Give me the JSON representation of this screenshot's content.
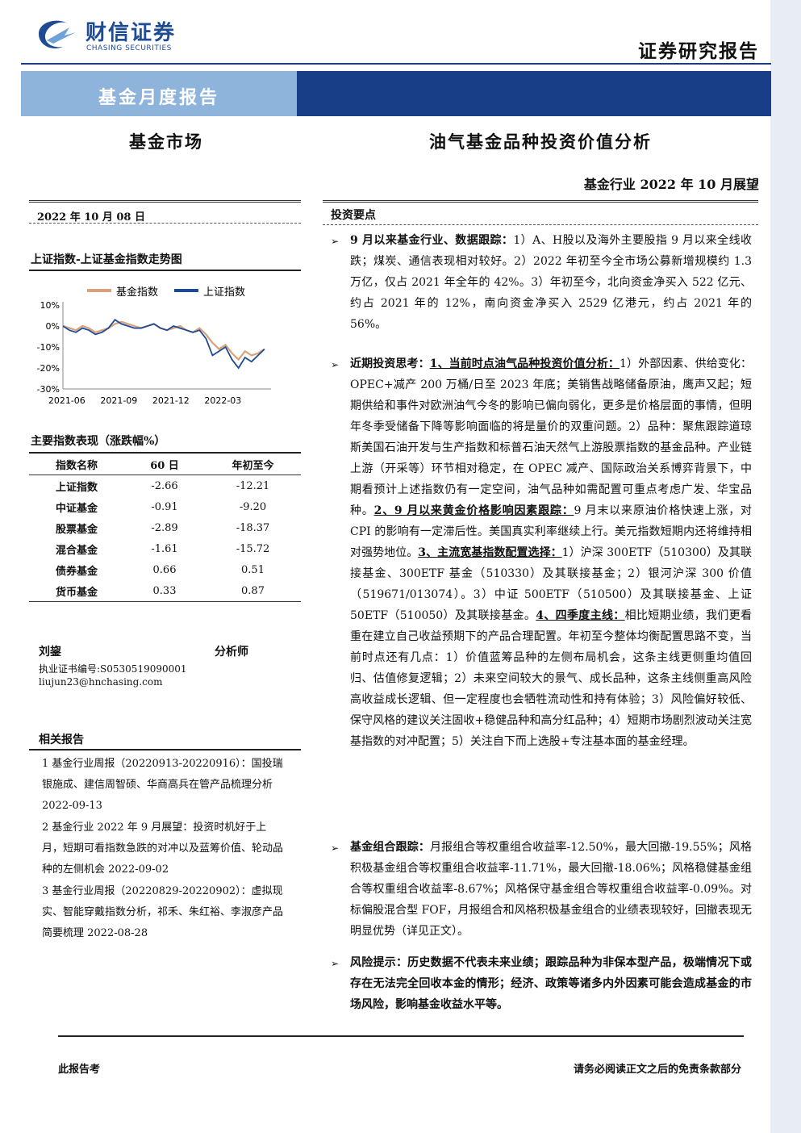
{
  "header": {
    "logo_cn": "财信证券",
    "logo_en": "CHASING SECURITIES",
    "report_type": "证券研究报告",
    "band_title": "基金月度报告"
  },
  "titles": {
    "market": "基金市场",
    "main": "油气基金品种投资价值分析",
    "subtitle": "基金行业 2022 年 10 月展望"
  },
  "left": {
    "date": "2022 年 10 月 08 日",
    "chart_heading": "上证指数-上证基金指数走势图",
    "table_heading": "主要指数表现（涨跌幅%）",
    "table": {
      "headers": [
        "指数名称",
        "60 日",
        "年初至今"
      ],
      "rows": [
        [
          "上证指数",
          "-2.66",
          "-12.21"
        ],
        [
          "中证基金",
          "-0.91",
          "-9.20"
        ],
        [
          "股票基金",
          "-2.89",
          "-18.37"
        ],
        [
          "混合基金",
          "-1.61",
          "-15.72"
        ],
        [
          "债券基金",
          "0.66",
          "0.51"
        ],
        [
          "货币基金",
          "0.33",
          "0.87"
        ]
      ]
    },
    "analyst": {
      "name": "刘鋆",
      "title": "分析师",
      "cert": "执业证书编号:S0530519090001",
      "email": "liujun23@hnchasing.com"
    },
    "related_heading": "相关报告",
    "related": [
      "1 基金行业周报（20220913-20220916）：国投瑞银施成、建信周智硕、华商高兵在管产品梳理分析 2022-09-13",
      "2 基金行业 2022 年 9 月展望：投资时机好于上月，短期可看指数急跌的对冲以及蓝筹价值、轮动品种的左侧机会 2022-09-02",
      "3 基金行业周报（20220829-20220902）：虚拟现实、智能穿戴指数分析，祁禾、朱红裕、李淑彦产品简要梳理 2022-08-28"
    ]
  },
  "right": {
    "heading": "投资要点",
    "p1_lead": "9 月以来基金行业、数据跟踪：",
    "p1_body": "1）A、H股以及海外主要股指 9 月以来全线收跌；煤炭、通信表现相对较好。2）2022 年初至今全市场公募新增规模约 1.3 万亿，仅占 2021 年全年的 42%。3）年初至今，北向资金净买入 522 亿元、约占 2021 年的 12%，南向资金净买入 2529 亿港元，约占 2021 年的 56%。",
    "p2_lead": "近期投资思考：",
    "p2_s1": "1、当前时点油气品种投资价值分析：",
    "p2_t1": "1）外部因素、供给变化：OPEC+减产 200 万桶/日至 2023 年底；美销售战略储备原油，鹰声又起；短期供给和事件对欧洲油气今冬的影响已偏向弱化，更多是价格层面的事情，但明年冬季受储备下降等影响面临的将是量价的双重问题。2）品种：聚焦跟踪道琼斯美国石油开发与生产指数和标普石油天然气上游股票指数的基金品种。产业链上游（开采等）环节相对稳定，在 OPEC 减产、国际政治关系博弈背景下，中期看预计上述指数仍有一定空间，油气品种如需配置可重点考虑广发、华宝品种。",
    "p2_s2": "2、9 月以来黄金价格影响因素跟踪：",
    "p2_t2": "9 月末以来原油价格快速上涨，对 CPI 的影响有一定滞后性。美国真实利率继续上行。美元指数短期内还将维持相对强势地位。",
    "p2_s3": "3、主流宽基指数配置选择：",
    "p2_t3": "1）沪深 300ETF（510300）及其联接基金、300ETF 基金（510330）及其联接基金；2）银河沪深 300 价值（519671/013074）。3）中证 500ETF（510500）及其联接基金、上证 50ETF（510050）及其联接基金。",
    "p2_s4": "4、四季度主线：",
    "p2_t4": "相比短期业绩，我们更看重在建立自己收益预期下的产品合理配置。年初至今整体均衡配置思路不变，当前时点还有几点：1）价值蓝筹品种的左侧布局机会，这条主线更侧重均值回归、估值修复逻辑；2）未来空间较大的景气、成长品种，这条主线侧重高风险高收益成长逻辑、但一定程度也会牺牲流动性和持有体验；3）风险偏好较低、保守风格的建议关注固收+稳健品种和高分红品种；4）短期市场剧烈波动关注宽基指数的对冲配置；5）关注自下而上选股+专注基本面的基金经理。",
    "p3_lead": "基金组合跟踪：",
    "p3_body": "月报组合等权重组合收益率-12.50%，最大回撤-19.55%；风格积极基金组合等权重组合收益率-11.71%，最大回撤-18.06%；风格稳健基金组合等权重组合收益率-8.67%；风格保守基金组合等权重组合收益率-0.09%。对标偏股混合型 FOF，月报组合和风格积极基金组合的业绩表现较好，回撤表现无明显优势（详见正文）。",
    "p4": "风险提示：历史数据不代表未来业绩；跟踪品种为非保本型产品，极端情况下或存在无法完全回收本金的情形；经济、政策等诸多内外因素可能会造成基金的市场风险，影响基金收益水平等。"
  },
  "footer": {
    "left": "此报告考",
    "right": "请务必阅读正文之后的免责条款部分"
  },
  "colors": {
    "navy": "#173e86",
    "light_blue": "#8eb4dc",
    "fund_line": "#d9a27a",
    "sse_line": "#1d4b94"
  },
  "chart_data": {
    "type": "line",
    "title": "",
    "legend": "top",
    "x_ticks": [
      "2021-06",
      "2021-09",
      "2021-12",
      "2022-03"
    ],
    "y_ticks": [
      "10%",
      "0%",
      "-10%",
      "-20%",
      "-30%"
    ],
    "ylim": [
      -30,
      10
    ],
    "xlim": [
      0,
      16
    ],
    "grid": false,
    "series": [
      {
        "name": "基金指数",
        "color": "#d9a27a",
        "x": [
          0,
          0.5,
          1,
          1.5,
          2,
          2.5,
          3,
          3.5,
          4,
          4.5,
          5,
          5.5,
          6,
          6.5,
          7,
          7.5,
          8,
          8.5,
          9,
          9.5,
          10,
          10.5,
          11,
          11.5,
          12,
          12.5,
          13,
          13.5,
          14,
          14.5,
          15,
          15.5
        ],
        "y": [
          0,
          -1,
          -2,
          0,
          -1,
          -3,
          -2,
          -1,
          1,
          2,
          1,
          0,
          -1,
          0,
          1,
          -1,
          -2,
          -1,
          0,
          -2,
          -3,
          -1,
          -4,
          -8,
          -11,
          -9,
          -13,
          -16,
          -12,
          -14,
          -13,
          -11
        ]
      },
      {
        "name": "上证指数",
        "color": "#1d4b94",
        "x": [
          0,
          0.5,
          1,
          1.5,
          2,
          2.5,
          3,
          3.5,
          4,
          4.5,
          5,
          5.5,
          6,
          6.5,
          7,
          7.5,
          8,
          8.5,
          9,
          9.5,
          10,
          10.5,
          11,
          11.5,
          12,
          12.5,
          13,
          13.5,
          14,
          14.5,
          15,
          15.5
        ],
        "y": [
          0,
          -2,
          -3,
          -1,
          -2,
          -4,
          -3,
          -1,
          3,
          1,
          0,
          -1,
          -1,
          0,
          1,
          -1,
          -2,
          0,
          -1,
          -2,
          -3,
          -2,
          -6,
          -14,
          -12,
          -10,
          -16,
          -20,
          -15,
          -17,
          -14,
          -11
        ]
      }
    ]
  }
}
